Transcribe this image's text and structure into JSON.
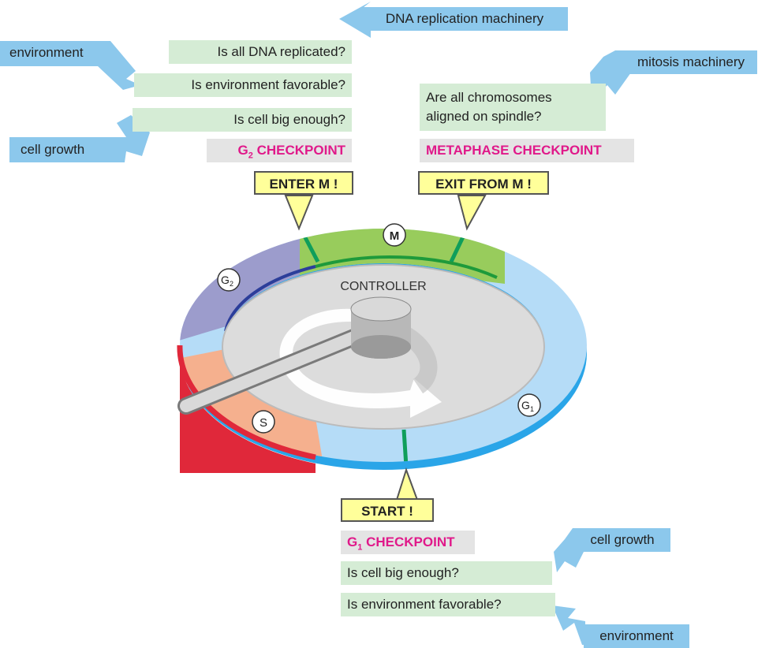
{
  "controller_label": "CONTROLLER",
  "phases": {
    "m": "M",
    "g1": "G",
    "g1_sub": "1",
    "g2": "G",
    "g2_sub": "2",
    "s": "S"
  },
  "triggers": {
    "enter_m": "ENTER M !",
    "exit_m": "EXIT FROM M !",
    "start": "START !"
  },
  "checkpoints": {
    "g2": {
      "prefix": "G",
      "sub": "2",
      "suffix": " CHECKPOINT"
    },
    "metaphase": "METAPHASE CHECKPOINT",
    "g1": {
      "prefix": "G",
      "sub": "1",
      "suffix": " CHECKPOINT"
    }
  },
  "questions": {
    "g2_dna": "Is all DNA replicated?",
    "g2_env": "Is environment favorable?",
    "g2_size": "Is cell big enough?",
    "meta_line1": "Are all chromosomes",
    "meta_line2": "aligned on spindle?",
    "g1_size": "Is cell big enough?",
    "g1_env": "Is environment favorable?"
  },
  "inputs": {
    "dna_machinery": "DNA replication machinery",
    "environment_top": "environment",
    "cell_growth_top": "cell growth",
    "mitosis_machinery": "mitosis machinery",
    "cell_growth_bottom": "cell growth",
    "environment_bottom": "environment"
  },
  "colors": {
    "g1": "#b5dcf7",
    "g1_side": "#2aa5e8",
    "m": "#98cc5c",
    "m_side": "#1e9a3b",
    "g2": "#9c9ccc",
    "g2_side": "#2c3e9a",
    "s": "#f5b08e",
    "s_side": "#e0283a",
    "inner": "#dcdcdc",
    "checkpoint": "#0f9e5b",
    "label_green": "#d5ecd5",
    "label_gray": "#e4e4e4",
    "arrow_blue": "#8cc8ec",
    "trigger_yellow": "#ffff9a",
    "checkpoint_pink": "#e0198a"
  }
}
